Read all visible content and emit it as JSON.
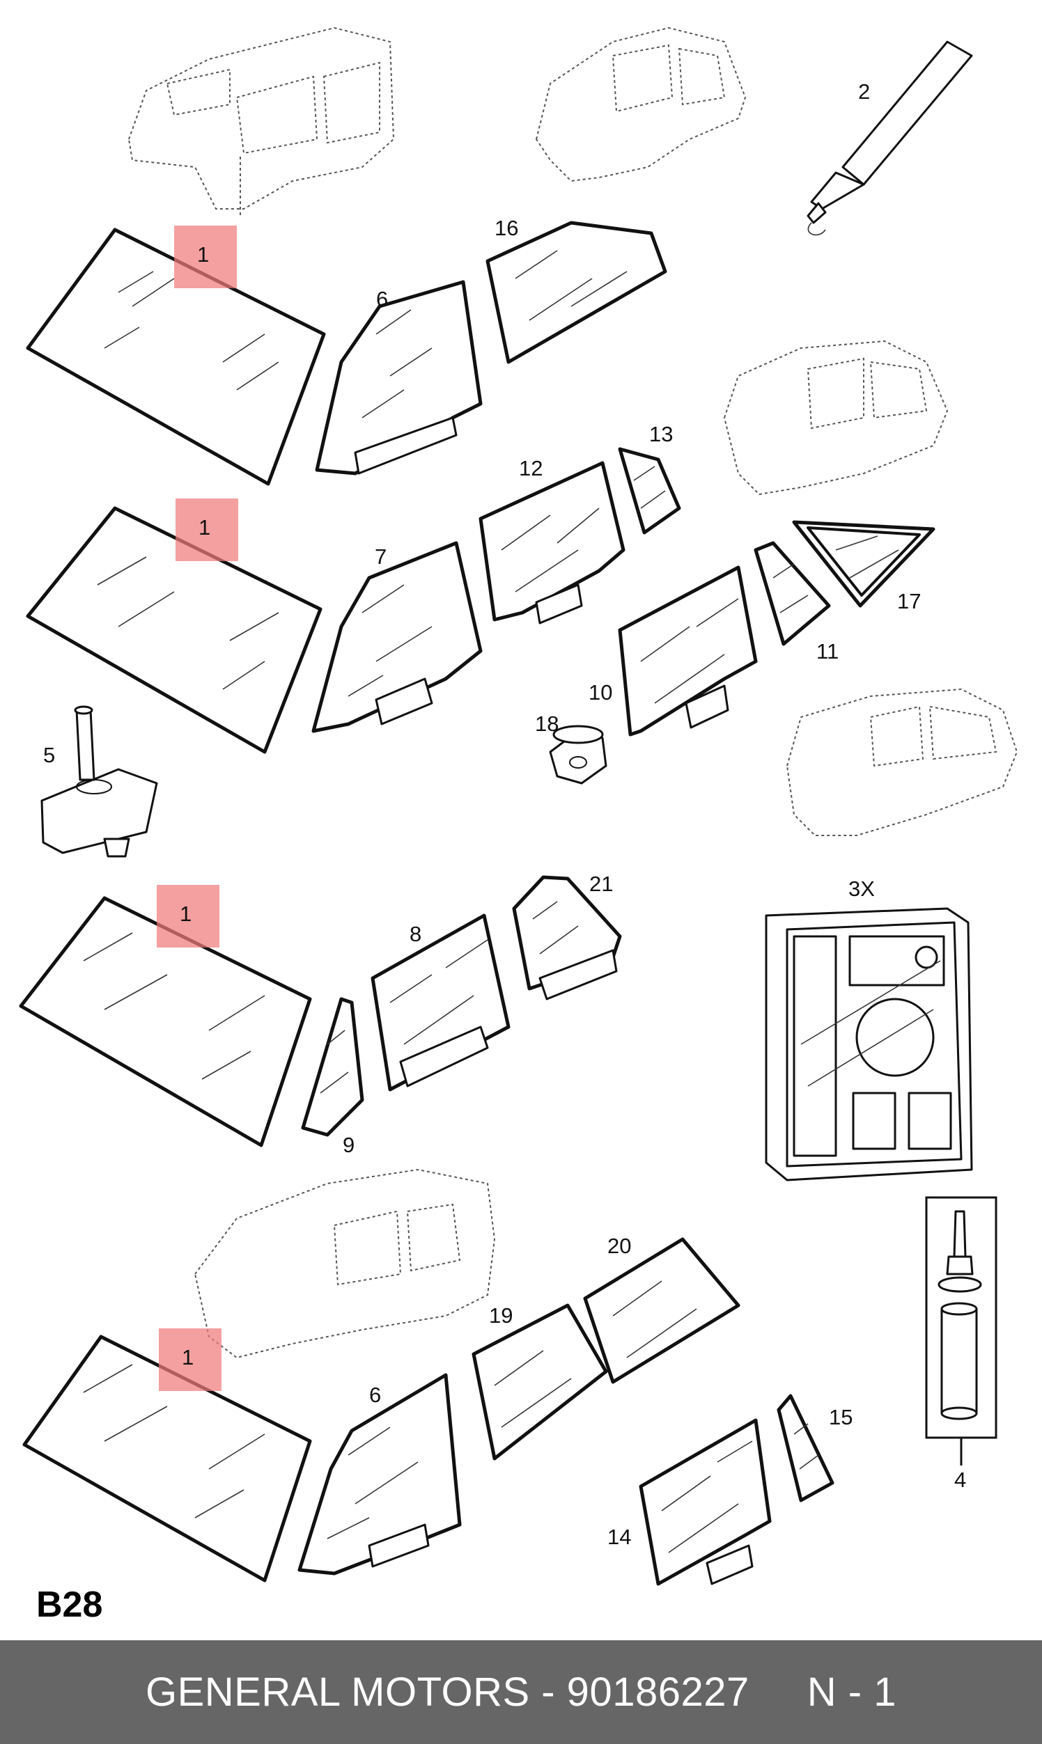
{
  "diagram": {
    "callouts": {
      "c1a": "1",
      "c1b": "1",
      "c1c": "1",
      "c1d": "1",
      "c2": "2",
      "c3x": "3X",
      "c4": "4",
      "c5": "5",
      "c6a": "6",
      "c6b": "6",
      "c7": "7",
      "c8": "8",
      "c9": "9",
      "c10": "10",
      "c11": "11",
      "c12": "12",
      "c13": "13",
      "c14": "14",
      "c15": "15",
      "c16": "16",
      "c17": "17",
      "c18": "18",
      "c19": "19",
      "c20": "20",
      "c21": "21"
    },
    "section_code": "B28",
    "highlight_color": "#f07c7c"
  },
  "footer": {
    "text": "GENERAL MOTORS - 90186227     N - 1",
    "background": "#666666"
  }
}
